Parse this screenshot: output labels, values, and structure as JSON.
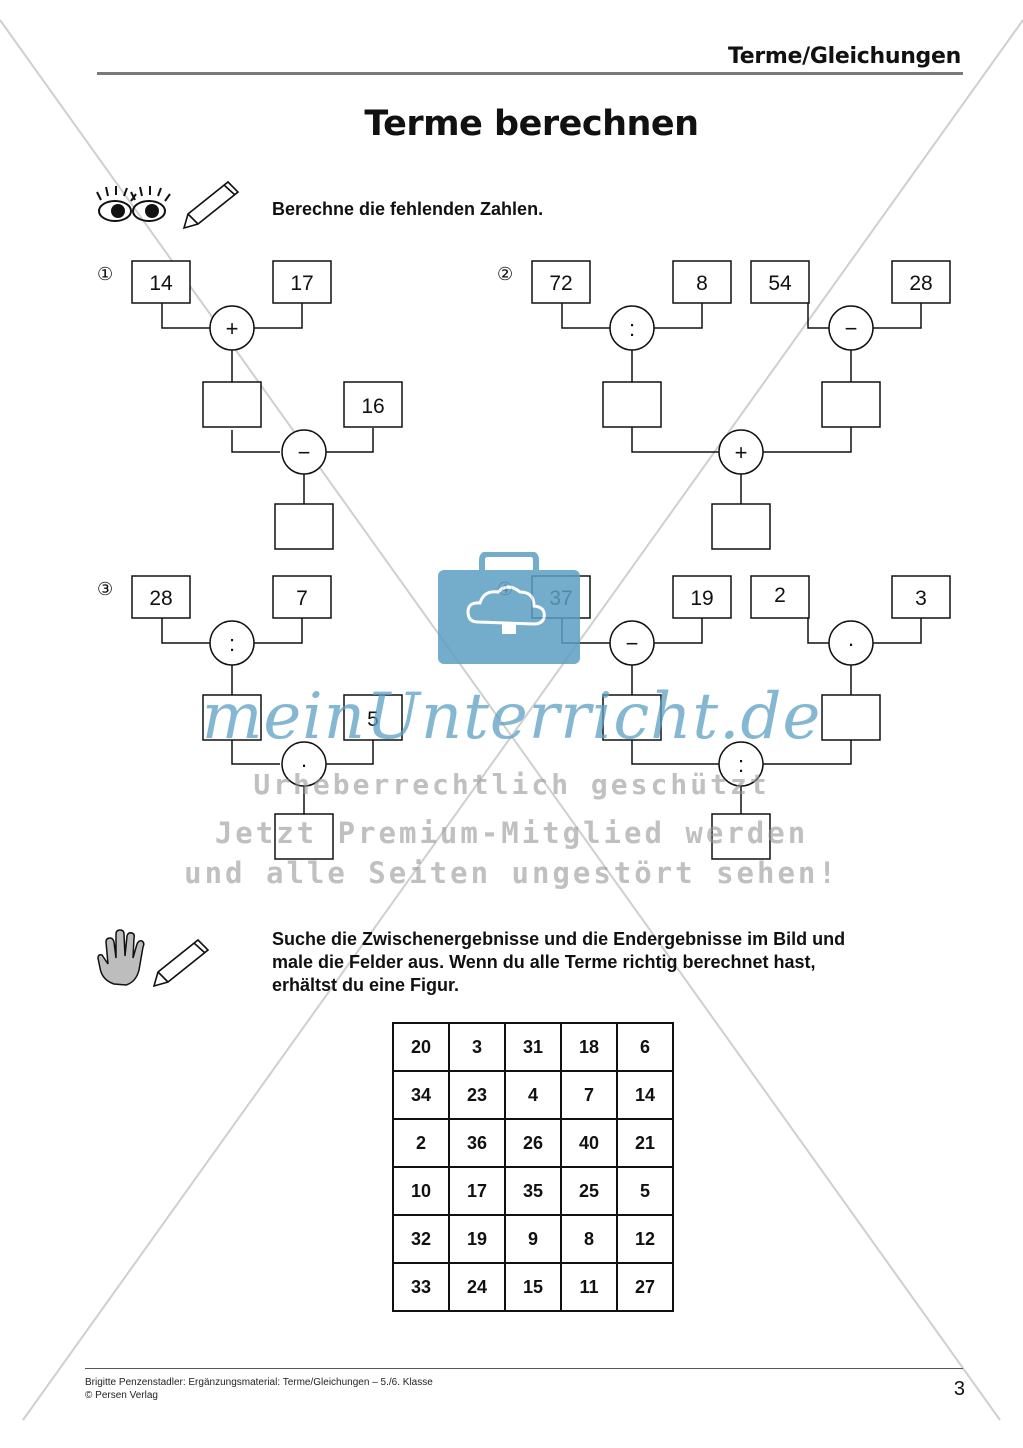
{
  "header": {
    "section": "Terme/Gleichungen"
  },
  "title": "Terme berechnen",
  "task1": {
    "icon": "eyes-pencil-icon",
    "instruction": "Berechne die fehlenden Zahlen."
  },
  "trees": {
    "t1": {
      "label": "①",
      "a": "14",
      "b": "17",
      "op1": "+",
      "c": "16",
      "op2": "−"
    },
    "t2": {
      "label": "②",
      "a": "72",
      "b": "8",
      "op1": ":",
      "d": "54",
      "e": "28",
      "op3": "−",
      "op2": "+"
    },
    "t3": {
      "label": "③",
      "a": "28",
      "b": "7",
      "op1": ":",
      "c": "5",
      "op2": "·"
    },
    "t4": {
      "label": "④",
      "a": "37",
      "b": "19",
      "op1": "−",
      "d": "2",
      "e": "3",
      "op3": "·",
      "op2": ":"
    }
  },
  "task2": {
    "icon": "hand-pencil-icon",
    "instruction_lines": [
      "Suche die Zwischenergebnisse und die Endergebnisse im Bild und",
      "male die Felder aus. Wenn du alle Terme richtig berechnet hast,",
      "erhältst du eine Figur."
    ]
  },
  "grid": [
    [
      "20",
      "3",
      "31",
      "18",
      "6"
    ],
    [
      "34",
      "23",
      "4",
      "7",
      "14"
    ],
    [
      "2",
      "36",
      "26",
      "40",
      "21"
    ],
    [
      "10",
      "17",
      "35",
      "25",
      "5"
    ],
    [
      "32",
      "19",
      "9",
      "8",
      "12"
    ],
    [
      "33",
      "24",
      "15",
      "11",
      "27"
    ]
  ],
  "watermark": {
    "brand": "meinUnterricht.de",
    "line1": "Urheberrechtlich geschützt",
    "line2": "Jetzt Premium-Mitglied werden",
    "line3": "und alle Seiten ungestört sehen!",
    "icon": "briefcase-cloud-icon",
    "color": "#5b9fc2"
  },
  "footer": {
    "line1": "Brigitte Penzenstadler: Ergänzungsmaterial: Terme/Gleichungen – 5./6. Klasse",
    "line2": "© Persen Verlag",
    "page": "3"
  }
}
